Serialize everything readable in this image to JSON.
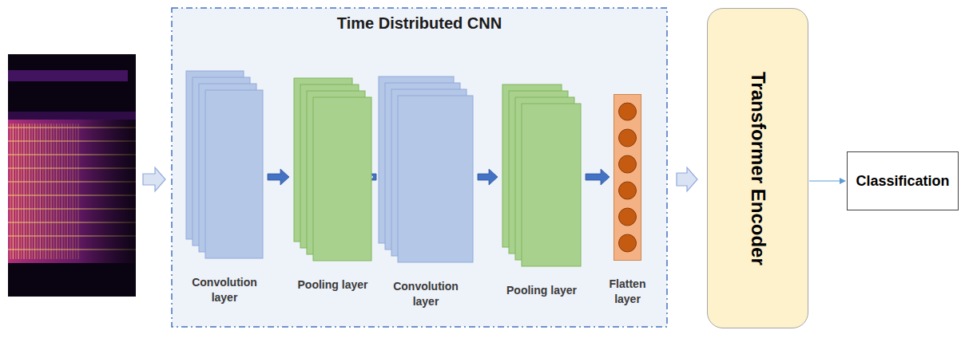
{
  "diagram": {
    "nodes": [
      {
        "text": [
          "Time Distributed CNN"
        ]
      },
      {
        "text": [
          "Convolution layer"
        ],
        "in": 0
      },
      {
        "text": [
          "Pooling layer"
        ],
        "in": 0
      },
      {
        "text": [
          "Convolution layer"
        ],
        "in": 0
      },
      {
        "text": [
          "Pooling layer"
        ],
        "in": 0
      },
      {
        "text": [
          "Flatten layer"
        ],
        "in": 0
      },
      {
        "text": [
          "Transformer Encoder"
        ]
      },
      {
        "text": [
          "Classification"
        ]
      }
    ],
    "edges": [
      {
        "from": 1,
        "to": 2,
        "arrow": "to"
      },
      {
        "from": 2,
        "to": 3,
        "arrow": "to"
      },
      {
        "from": 3,
        "to": 4,
        "arrow": "to"
      },
      {
        "from": 4,
        "to": 5,
        "arrow": "to"
      },
      {
        "from": 0,
        "to": 6,
        "arrow": "to"
      },
      {
        "from": 6,
        "to": 7,
        "arrow": "to"
      }
    ]
  }
}
